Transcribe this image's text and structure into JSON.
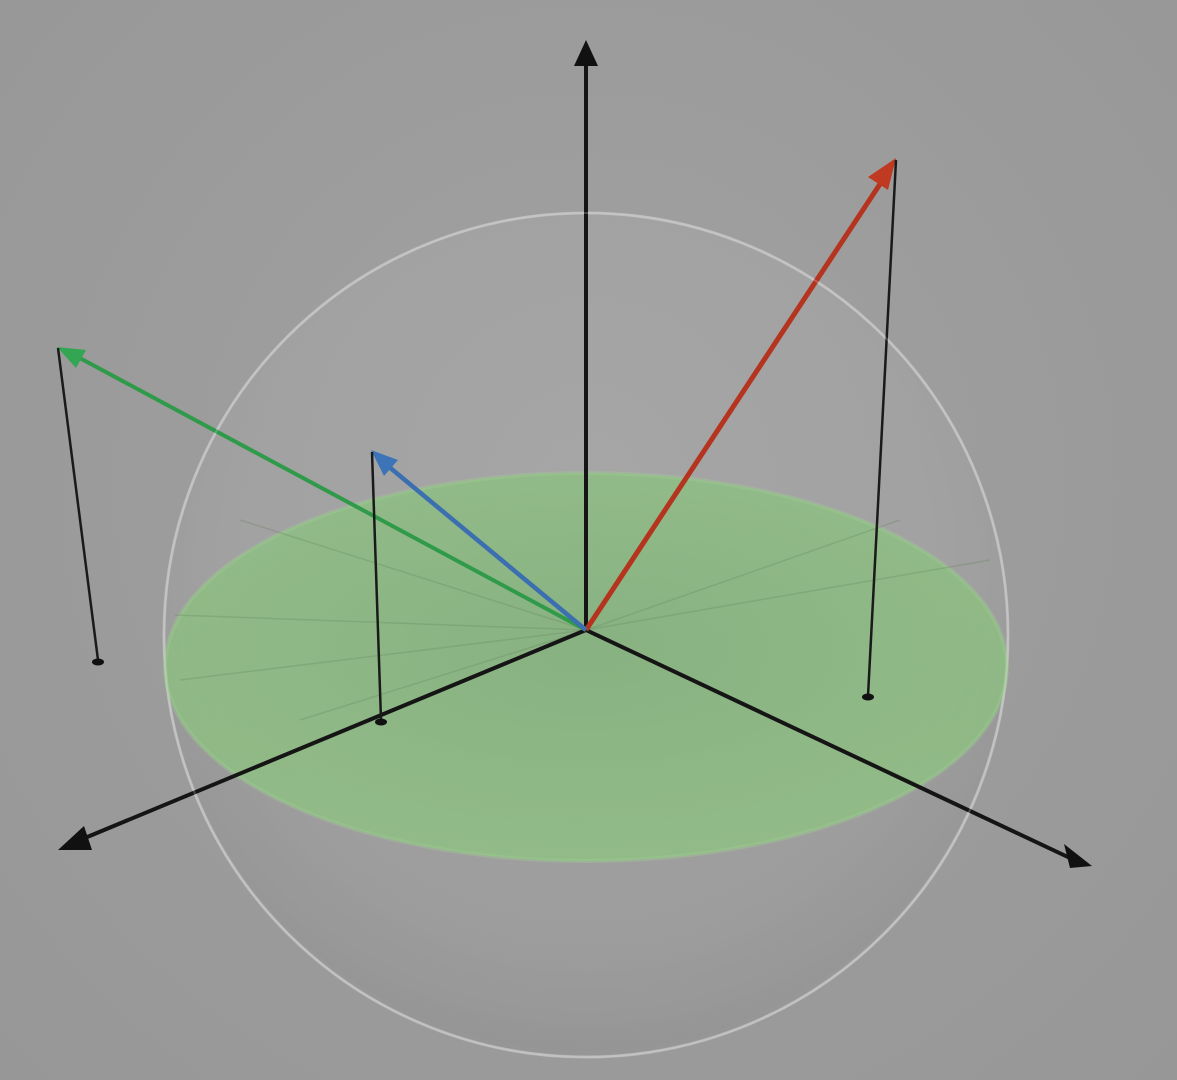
{
  "scene": {
    "background_color": "#9b9b9b",
    "sphere": {
      "kind": "unit sphere",
      "fill_color": "#bdbdbd",
      "edge_color": "#d4d4d4",
      "opacity": 0.22
    },
    "disc": {
      "kind": "equatorial plane",
      "fill_color": "#86c27a",
      "opacity": 0.62
    },
    "axes": {
      "color": "#111111",
      "count": 3
    },
    "vectors": [
      {
        "id": "red",
        "color": "#b5341f",
        "stem": "drop-line-to-plane"
      },
      {
        "id": "green",
        "color": "#2f9a4a",
        "stem": "drop-line-to-plane"
      },
      {
        "id": "blue",
        "color": "#3b6fb0",
        "stem": "drop-line-to-plane"
      }
    ]
  }
}
